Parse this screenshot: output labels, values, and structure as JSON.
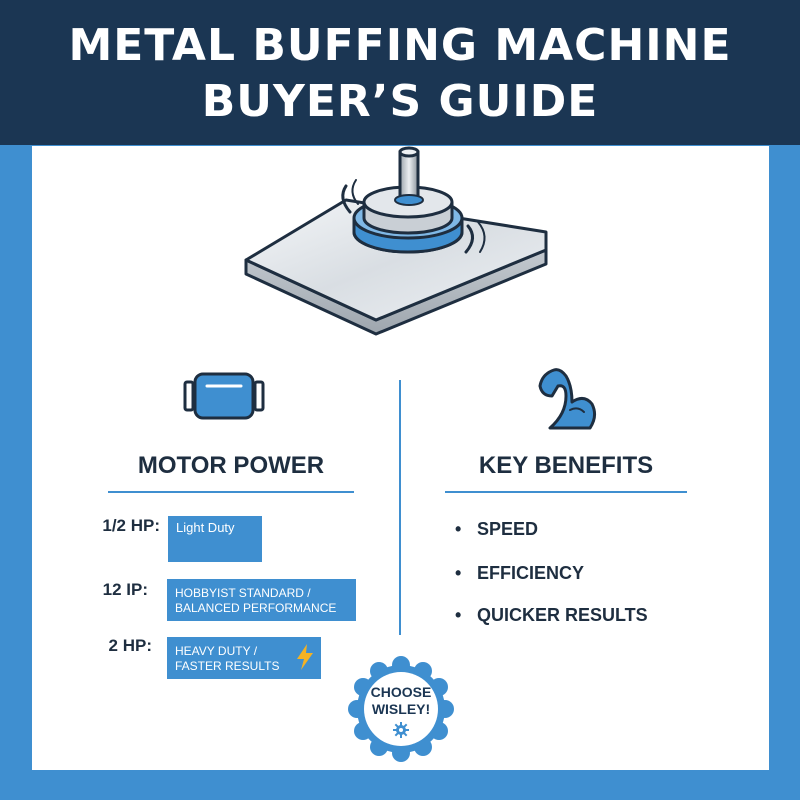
{
  "header": {
    "title_line_1": "METAL BUFFING MACHINE",
    "title_line_2": "BUYER’S GUIDE"
  },
  "motor_power": {
    "heading": "MOTOR POWER",
    "icon": "motor-icon",
    "rows": [
      {
        "label": "1/2 HP:",
        "description": "Light Duty"
      },
      {
        "label": "12 IP:",
        "description": "HOBBYIST STANDARD / BALANCED PERFORMANCE"
      },
      {
        "label": "2 HP:",
        "description": "HEAVY DUTY / FASTER RESULTS",
        "icon": "lightning-bolt-icon"
      }
    ]
  },
  "key_benefits": {
    "heading": "KEY BENEFITS",
    "icon": "flexed-arm-icon",
    "items": [
      "SPEED",
      "EFFICIENCY",
      "QUICKER RESULTS"
    ]
  },
  "seal": {
    "line_1": "CHOOSE",
    "line_2": "WISLEY!",
    "icon": "gear-icon"
  },
  "colors": {
    "header_bg": "#1b3653",
    "accent_blue": "#3f8fd0",
    "text_dark": "#1e2e40",
    "bolt_yellow": "#f4b223"
  }
}
